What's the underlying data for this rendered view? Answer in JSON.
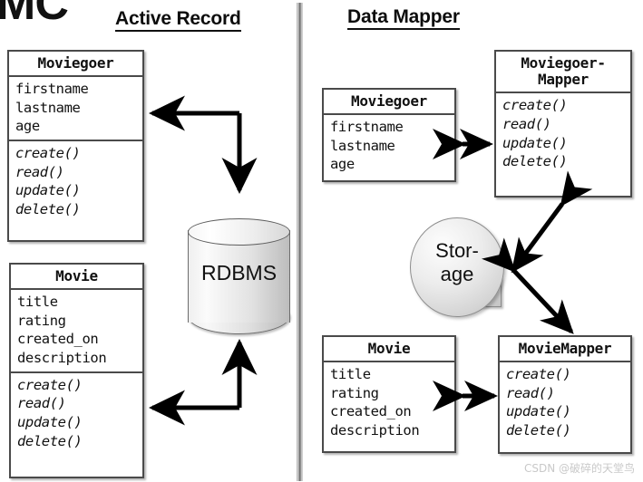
{
  "page": {
    "crop_glyph": "MC",
    "watermark": "CSDN @破碎的天堂鸟"
  },
  "panels": {
    "left": {
      "title": "Active Record",
      "classes": [
        {
          "name": "Moviegoer",
          "attributes": [
            "firstname",
            "lastname",
            "age"
          ],
          "operations": [
            "create()",
            "read()",
            "update()",
            "delete()"
          ]
        },
        {
          "name": "Movie",
          "attributes": [
            "title",
            "rating",
            "created_on",
            "description"
          ],
          "operations": [
            "create()",
            "read()",
            "update()",
            "delete()"
          ]
        }
      ],
      "datastore": {
        "label": "RDBMS",
        "shape": "cylinder"
      }
    },
    "right": {
      "title": "Data Mapper",
      "classes": [
        {
          "name": "Moviegoer",
          "attributes": [
            "firstname",
            "lastname",
            "age"
          ],
          "operations": []
        },
        {
          "name_line1": "Moviegoer-",
          "name_line2": "Mapper",
          "attributes": [],
          "operations": [
            "create()",
            "read()",
            "update()",
            "delete()"
          ]
        },
        {
          "name": "Movie",
          "attributes": [
            "title",
            "rating",
            "created_on",
            "description"
          ],
          "operations": []
        },
        {
          "name": "MovieMapper",
          "attributes": [],
          "operations": [
            "create()",
            "read()",
            "update()",
            "delete()"
          ]
        }
      ],
      "datastore": {
        "label_line1": "Stor-",
        "label_line2": "age",
        "shape": "blob"
      }
    }
  },
  "colors": {
    "stroke": "#4a4a4a",
    "text": "#111111",
    "background": "#ffffff",
    "divider": "#8e8e8e",
    "watermark": "#c9c9c9"
  }
}
